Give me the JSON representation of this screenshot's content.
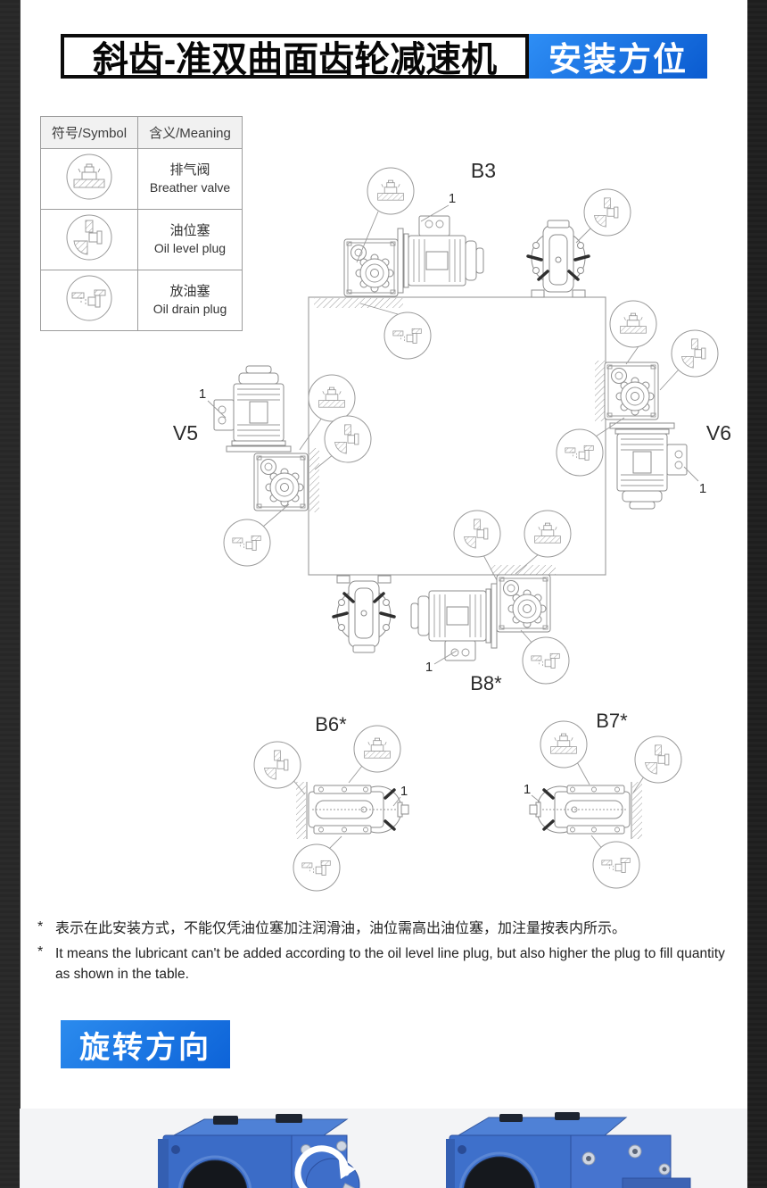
{
  "header": {
    "title": "斜齿-准双曲面齿轮减速机",
    "tag": "安装方位"
  },
  "legend": {
    "headers": [
      "符号/Symbol",
      "含义/Meaning"
    ],
    "rows": [
      {
        "icon": "breather-valve-icon",
        "cn": "排气阀",
        "en": "Breather valve"
      },
      {
        "icon": "oil-level-plug-icon",
        "cn": "油位塞",
        "en": "Oil level plug"
      },
      {
        "icon": "oil-drain-plug-icon",
        "cn": "放油塞",
        "en": "Oil drain plug"
      }
    ]
  },
  "diagram": {
    "b3": "B3",
    "v5": "V5",
    "v6": "V6",
    "b8": "B8*",
    "b6": "B6*",
    "b7": "B7*",
    "motor_ref": "1"
  },
  "footnotes": {
    "marker": "*",
    "cn": "表示在此安装方式，不能仅凭油位塞加注润滑油，油位需高出油位塞，加注量按表内所示。",
    "en": "It means the lubricant can't be added according to the oil level line plug, but also higher the plug to fill quantity as shown in the table."
  },
  "rotation": {
    "label": "旋转方向"
  },
  "colors": {
    "accent_blue": "#0d63d8",
    "sheet": "#ffffff",
    "line": "#8d8d8d"
  }
}
